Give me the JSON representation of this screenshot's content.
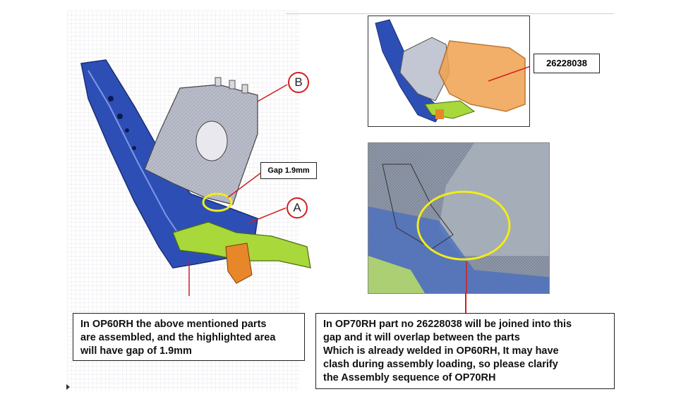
{
  "labels": {
    "marker_b": "B",
    "marker_a": "A",
    "gap_callout": "Gap 1.9mm",
    "part_number_callout": "26228038"
  },
  "notes": {
    "left_lines": [
      "In OP60RH the above mentioned parts",
      "are assembled, and the highlighted area",
      "will have gap of 1.9mm"
    ],
    "right_lines": [
      "In OP70RH part no 26228038 will be joined into this",
      "gap and it will overlap between the parts",
      "Which is already welded in OP60RH, It may have",
      "clash during assembly loading, so please clarify",
      "the Assembly sequence of OP70RH"
    ]
  },
  "colors": {
    "marker_red": "#d21f1f",
    "highlight_yellow": "#f2ec1a",
    "part_blue": "#2d4fb5",
    "part_green": "#a8d83a",
    "part_orange": "#e8862a",
    "part_grey": "#b9bcc8"
  }
}
